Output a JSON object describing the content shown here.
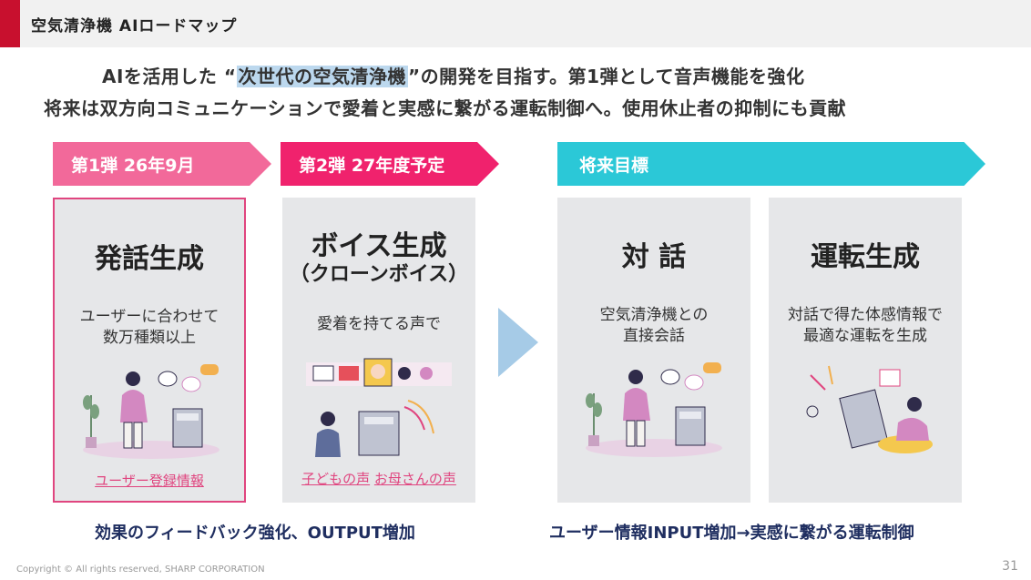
{
  "header": {
    "title": "空気清浄機  AIロードマップ"
  },
  "summary": {
    "line1_pre": "AIを活用した “",
    "line1_highlight": "次世代の空気清浄機",
    "line1_post": "”の開発を目指す。第1弾として音声機能を強化",
    "line2": "将来は双方向コミュニケーションで愛着と実感に繋がる運転制御へ。使用休止者の抑制にも貢献"
  },
  "phases": [
    {
      "label": "第1弾  26年9月",
      "color": "#f2699a"
    },
    {
      "label": "第2弾  27年度予定",
      "color": "#f0226d"
    },
    {
      "label": "将来目標",
      "color": "#2bc8d7"
    }
  ],
  "cards": [
    {
      "title": "発話生成",
      "desc": [
        "ユーザーに合わせて",
        "数万種類以上"
      ],
      "link": "ユーザー登録情報"
    },
    {
      "title": "ボイス生成",
      "subtitle": "（クローンボイス）",
      "desc": [
        "愛着を持てる声で"
      ],
      "links": [
        "子どもの声",
        "お母さんの声"
      ]
    },
    {
      "title": "対  話",
      "desc": [
        "空気清浄機との",
        "直接会話"
      ]
    },
    {
      "title": "運転生成",
      "desc": [
        "対話で得た体感情報で",
        "最適な運転を生成"
      ]
    }
  ],
  "footer": {
    "left": "効果のフィードバック強化、OUTPUT増加",
    "right": "ユーザー情報INPUT増加→実感に繋がる運転制御"
  },
  "copyright": "Copyright © All rights reserved, SHARP CORPORATION",
  "page_number": "31",
  "colors": {
    "accent": "#c8102e",
    "pink": "#e0457f",
    "navy": "#1f2e60"
  }
}
